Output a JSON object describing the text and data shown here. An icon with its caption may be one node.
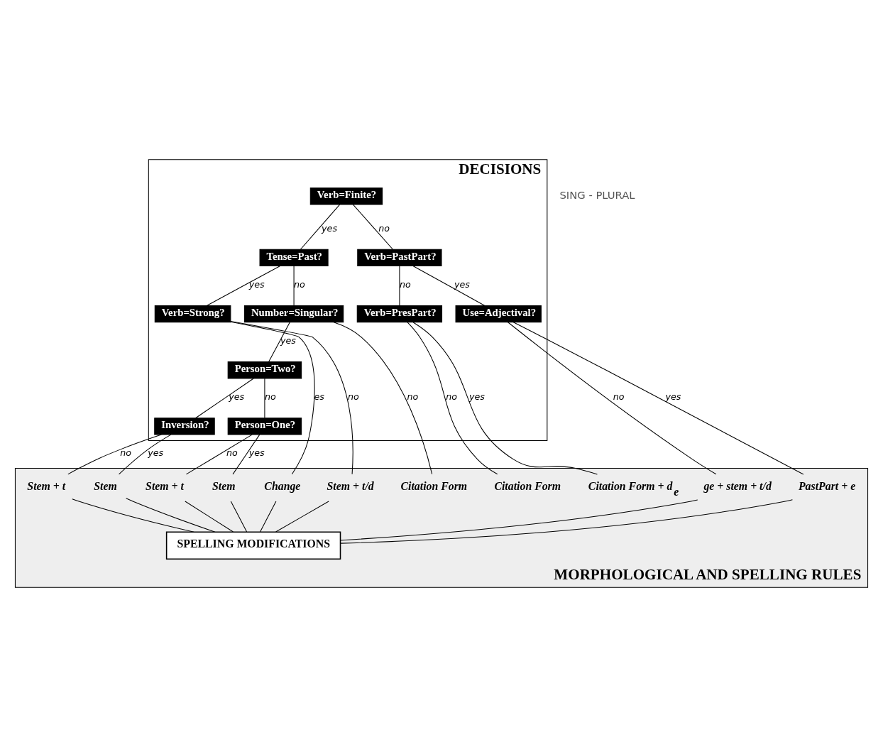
{
  "diagram": {
    "nodes": [
      {
        "text": [
          "DECISIONS"
        ]
      },
      {
        "text": [
          "Verb=Finite?"
        ],
        "in": 0
      },
      {
        "text": [
          "Tense=Past?"
        ],
        "in": 0
      },
      {
        "text": [
          "Verb=PastPart?"
        ],
        "in": 0
      },
      {
        "text": [
          "Verb=Strong?"
        ],
        "in": 0
      },
      {
        "text": [
          "Number=Singular?"
        ],
        "in": 0
      },
      {
        "text": [
          "Verb=PresPart?"
        ],
        "in": 0
      },
      {
        "text": [
          "Use=Adjectival?"
        ],
        "in": 0
      },
      {
        "text": [
          "Person=Two?"
        ],
        "in": 0
      },
      {
        "text": [
          "Inversion?"
        ],
        "in": 0
      },
      {
        "text": [
          "Person=One?"
        ],
        "in": 0
      },
      {
        "text": [
          "MORPHOLOGICAL AND SPELLING RULES"
        ]
      },
      {
        "text": [
          "Change"
        ],
        "in": 11
      },
      {
        "text": [
          "Citation Form"
        ],
        "in": 11
      },
      {
        "text": [
          "Stem + t"
        ],
        "in": 11
      },
      {
        "text": [
          "Stem + t"
        ],
        "in": 11
      },
      {
        "text": [
          "ge + stem + t/d"
        ],
        "in": 11
      },
      {
        "text": [
          "Citation Form"
        ],
        "in": 11
      },
      {
        "text": [
          "Stem + t/d"
        ],
        "in": 11
      },
      {
        "text": [
          "Stem"
        ],
        "in": 11
      },
      {
        "text": [
          "Stem"
        ],
        "in": 11
      },
      {
        "text": [
          "PastPart + e"
        ],
        "in": 11
      },
      {
        "text": [
          "Citation Form + d$_{e}$"
        ],
        "in": 11
      },
      {
        "text": [
          "SPELLING MODIFICATIONS"
        ],
        "in": 11
      }
    ],
    "edges": [
      {
        "from": 1,
        "to": 2,
        "arrow": "none",
        "label": "yes"
      },
      {
        "from": 1,
        "to": 3,
        "arrow": "none",
        "label": "no"
      },
      {
        "from": 2,
        "to": 4,
        "arrow": "none",
        "label": "yes"
      },
      {
        "from": 2,
        "to": 5,
        "arrow": "none",
        "label": "no"
      },
      {
        "from": 3,
        "to": 7,
        "arrow": "none",
        "label": "yes"
      },
      {
        "from": 3,
        "to": 6,
        "arrow": "none",
        "label": "no"
      },
      {
        "from": 4,
        "to": 12,
        "arrow": "none",
        "label": "es"
      },
      {
        "from": 4,
        "to": 18,
        "arrow": "none",
        "label": "no"
      },
      {
        "from": 5,
        "to": 13,
        "arrow": "none",
        "label": "no"
      },
      {
        "from": 5,
        "to": 8,
        "arrow": "none",
        "label": "yes"
      },
      {
        "from": 8,
        "to": 9,
        "arrow": "none",
        "label": "yes"
      },
      {
        "from": 8,
        "to": 10,
        "arrow": "none",
        "label": "no"
      },
      {
        "from": 9,
        "to": 19,
        "arrow": "none",
        "label": "yes"
      },
      {
        "from": 9,
        "to": 14,
        "arrow": "none",
        "label": "no"
      },
      {
        "from": 10,
        "to": 20,
        "arrow": "none",
        "label": "yes"
      },
      {
        "from": 10,
        "to": 15,
        "arrow": "none",
        "label": "no"
      },
      {
        "from": 7,
        "to": 21,
        "arrow": "none",
        "label": "yes"
      },
      {
        "from": 7,
        "to": 16,
        "arrow": "none",
        "label": "no"
      },
      {
        "from": 6,
        "to": 22,
        "arrow": "none",
        "label": "yes"
      },
      {
        "from": 6,
        "to": 17,
        "arrow": "none",
        "label": "no"
      },
      {
        "from": 12,
        "to": 23,
        "arrow": "none"
      },
      {
        "from": 18,
        "to": 23,
        "arrow": "none"
      },
      {
        "from": 19,
        "to": 23,
        "arrow": "none"
      },
      {
        "from": 14,
        "to": 23,
        "arrow": "none"
      },
      {
        "from": 20,
        "to": 23,
        "arrow": "none"
      },
      {
        "from": 15,
        "to": 23,
        "arrow": "none"
      },
      {
        "from": 21,
        "to": 23,
        "arrow": "none"
      },
      {
        "from": 16,
        "to": 23,
        "arrow": "none"
      }
    ],
    "labels": [
      "SING - PLURAL"
    ]
  }
}
